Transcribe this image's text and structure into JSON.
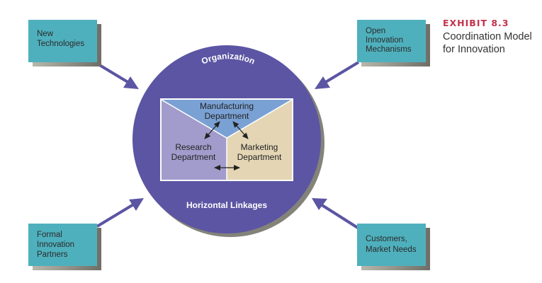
{
  "exhibit": {
    "number": "EXHIBIT 8.3",
    "title_line1": "Coordination Model",
    "title_line2": "for Innovation"
  },
  "colors": {
    "box_fill": "#4fb0bd",
    "box_shadow": "#7d7c73",
    "circle_fill": "#5b55a3",
    "circle_shadow": "#83837a",
    "arrow": "#5b55a3",
    "manufacturing_fill": "#7aa1d4",
    "research_fill": "#a29ccc",
    "marketing_fill": "#e4d6b5",
    "exhibit_accent": "#c4314b"
  },
  "outer_inputs": [
    {
      "id": "new-technologies",
      "lines": [
        "New",
        "Technologies"
      ]
    },
    {
      "id": "open-innovation-mechanisms",
      "lines": [
        "Open",
        "Innovation",
        "Mechanisms"
      ]
    },
    {
      "id": "formal-innovation-partners",
      "lines": [
        "Formal",
        "Innovation",
        "Partners"
      ]
    },
    {
      "id": "customers-market-needs",
      "lines": [
        "Customers,",
        "Market Needs"
      ]
    }
  ],
  "organization": {
    "title": "Organization",
    "footer": "Horizontal Linkages",
    "departments": {
      "manufacturing": [
        "Manufacturing",
        "Department"
      ],
      "research": [
        "Research",
        "Department"
      ],
      "marketing": [
        "Marketing",
        "Department"
      ]
    }
  }
}
